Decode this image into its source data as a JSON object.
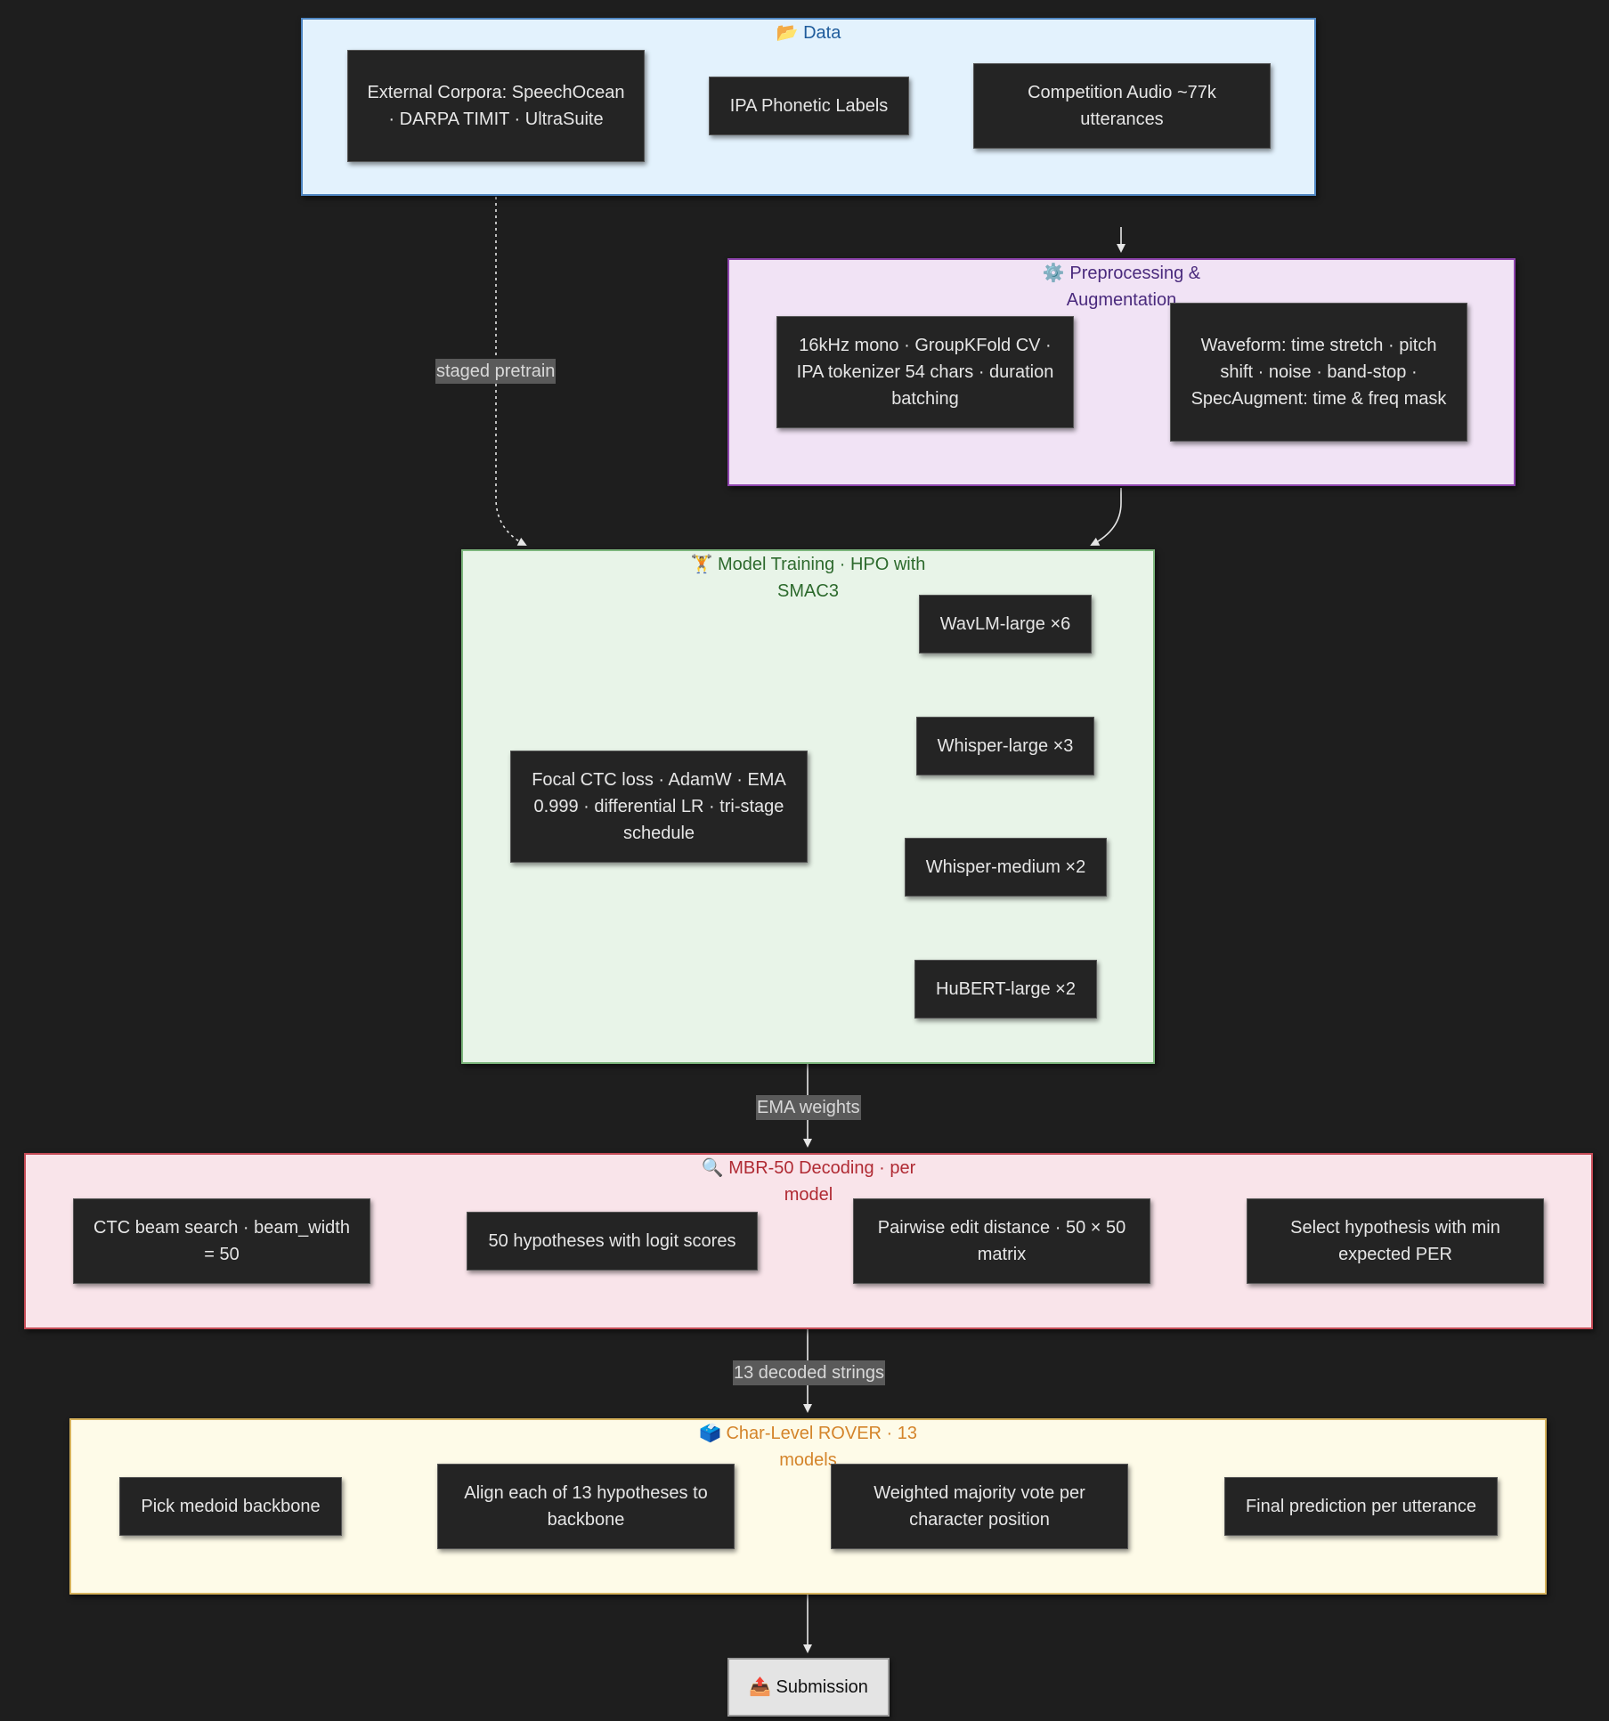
{
  "clusters": {
    "data": {
      "icon": "📂",
      "title": "Data",
      "icon_name": "folder-icon"
    },
    "prep": {
      "icon": "⚙️",
      "title": "Preprocessing & Augmentation",
      "icon_name": "gear-icon"
    },
    "train": {
      "icon": "🏋️",
      "title": "Model Training · HPO with SMAC3",
      "icon_name": "weightlifter-icon"
    },
    "mbr": {
      "icon": "🔍",
      "title": "MBR-50 Decoding · per model",
      "icon_name": "magnifier-icon"
    },
    "rover": {
      "icon": "🗳️",
      "title": "Char-Level ROVER · 13 models",
      "icon_name": "ballot-box-icon"
    }
  },
  "nodes": {
    "external": "External Corpora: SpeechOcean · DARPA TIMIT · UltraSuite",
    "ipa": "IPA Phonetic Labels",
    "competition": "Competition Audio ~77k utterances",
    "pre1": "16kHz mono · GroupKFold CV · IPA tokenizer 54 chars · duration batching",
    "aug": "Waveform: time stretch · pitch shift · noise · band-stop · SpecAugment: time & freq mask",
    "focal": "Focal CTC loss · AdamW · EMA 0.999 · differential LR · tri-stage schedule",
    "wavlm": "WavLM-large ×6",
    "wlarge": "Whisper-large ×3",
    "wmedium": "Whisper-medium ×2",
    "hubert": "HuBERT-large ×2",
    "beam": "CTC beam search · beam_width = 50",
    "hyp50": "50 hypotheses with logit scores",
    "pairwise": "Pairwise edit distance · 50 × 50 matrix",
    "select": "Select hypothesis with min expected PER",
    "medoid": "Pick medoid backbone",
    "align": "Align each of 13 hypotheses to backbone",
    "vote": "Weighted majority vote per character position",
    "final": "Final prediction per utterance",
    "submission_icon": "📤",
    "submission_icon_name": "outbox-tray-icon",
    "submission": "Submission"
  },
  "edge_labels": {
    "staged": "staged pretrain",
    "ema": "EMA weights",
    "decoded": "13 decoded strings"
  },
  "colors": {
    "data_fill": "#e3f2fd",
    "data_border": "#4f86c2",
    "data_title": "#1f5c9c",
    "prep_fill": "#f1e3f5",
    "prep_border": "#8e44ad",
    "prep_title": "#4a2a7d",
    "train_fill": "#e8f4e8",
    "train_border": "#7cb67c",
    "train_title": "#2d6a2d",
    "mbr_fill": "#f9e4ea",
    "mbr_border": "#c44a55",
    "mbr_title": "#b02a33",
    "rover_fill": "#fefbe8",
    "rover_border": "#d6b25c",
    "rover_title": "#d4842a"
  }
}
